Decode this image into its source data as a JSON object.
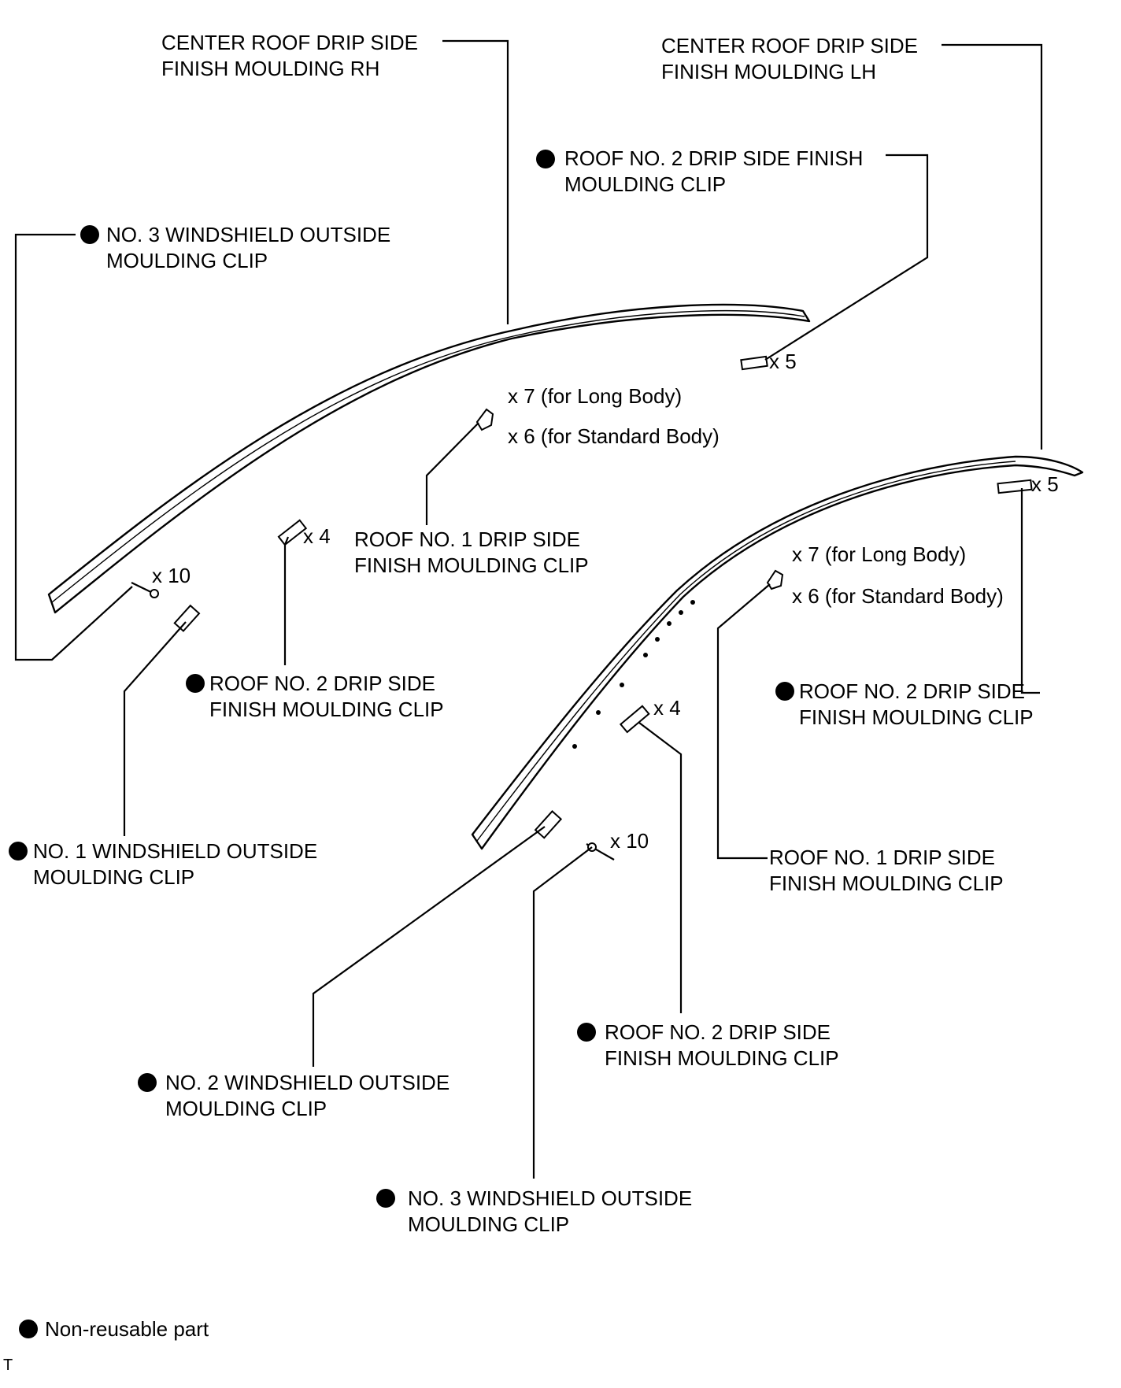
{
  "labels": {
    "center_rh": [
      "CENTER ROOF DRIP SIDE",
      "FINISH MOULDING RH"
    ],
    "center_lh": [
      "CENTER ROOF DRIP SIDE",
      "FINISH MOULDING LH"
    ],
    "roof2_clip_top": [
      "ROOF NO. 2 DRIP SIDE FINISH",
      "MOULDING CLIP"
    ],
    "ws3_clip_left": [
      "NO. 3 WINDSHIELD OUTSIDE",
      "MOULDING CLIP"
    ],
    "roof1_clip_left": [
      "ROOF NO. 1 DRIP SIDE",
      "FINISH MOULDING CLIP"
    ],
    "roof2_clip_left": [
      "ROOF NO. 2 DRIP SIDE",
      "FINISH MOULDING CLIP"
    ],
    "ws1_clip_left": [
      "NO. 1 WINDSHIELD OUTSIDE",
      "MOULDING CLIP"
    ],
    "roof2_clip_right": [
      "ROOF NO. 2 DRIP SIDE",
      "FINISH MOULDING CLIP"
    ],
    "roof1_clip_right": [
      "ROOF NO. 1 DRIP SIDE",
      "FINISH MOULDING CLIP"
    ],
    "ws2_clip": [
      "NO. 2 WINDSHIELD OUTSIDE",
      "MOULDING CLIP"
    ],
    "roof2_clip_bottom": [
      "ROOF NO. 2 DRIP SIDE",
      "FINISH MOULDING CLIP"
    ],
    "ws3_clip_bottom": [
      "NO. 3 WINDSHIELD OUTSIDE",
      "MOULDING CLIP"
    ]
  },
  "quantities": {
    "x5_top": "x 5",
    "x7_long_left": "x 7 (for Long Body)",
    "x6_std_left": "x 6 (for Standard Body)",
    "x4_left": "x 4",
    "x10_left": "x 10",
    "x5_right": "x 5",
    "x7_long_right": "x 7 (for Long Body)",
    "x6_std_right": "x 6 (for Standard Body)",
    "x4_right": "x 4",
    "x10_right": "x 10"
  },
  "legend": {
    "non_reusable": "Non-reusable part"
  },
  "corner_mark": "T",
  "colors": {
    "ink": "#000000",
    "background": "#ffffff"
  },
  "icons": {
    "non_reusable_marker": "filled-circle"
  }
}
